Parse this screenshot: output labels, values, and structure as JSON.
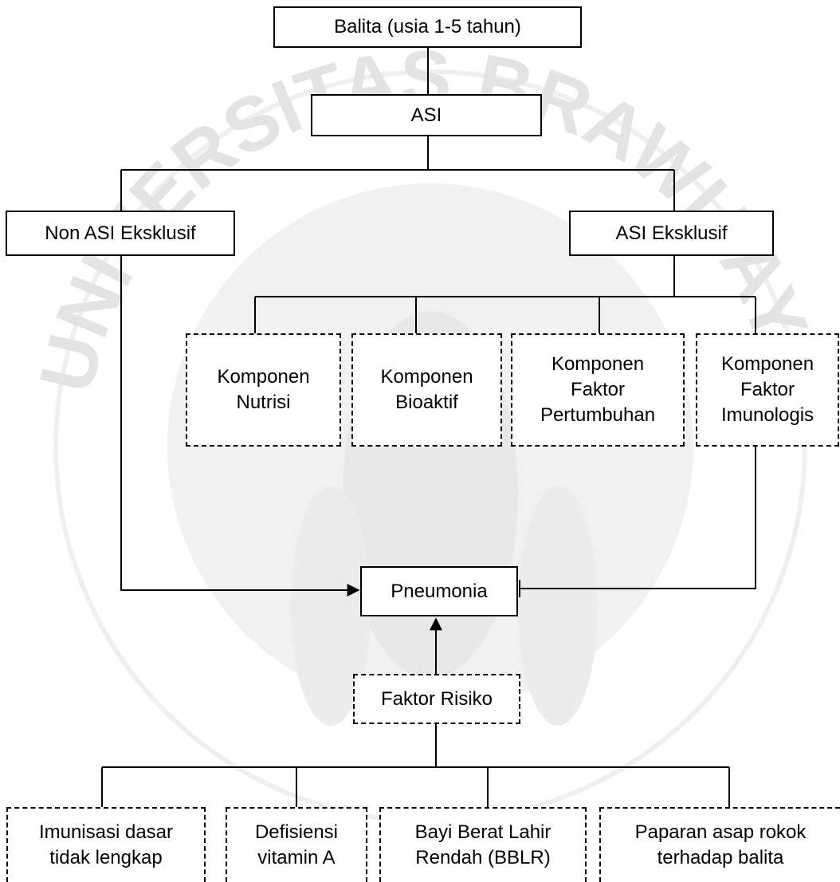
{
  "diagram": {
    "watermark": {
      "text": "UNIVERSITAS BRAWIJAYA",
      "color": "#e3e3e3"
    },
    "nodes": {
      "balita": "Balita (usia 1-5 tahun)",
      "asi": "ASI",
      "non_asi_eksklusif": "Non ASI Eksklusif",
      "asi_eksklusif": "ASI Eksklusif",
      "komponen_nutrisi": "Komponen\nNutrisi",
      "komponen_bioaktif": "Komponen\nBioaktif",
      "komponen_faktor_pertumbuhan": "Komponen\nFaktor\nPertumbuhan",
      "komponen_faktor_imunologis": "Komponen\nFaktor\nImunologis",
      "pneumonia": "Pneumonia",
      "faktor_risiko": "Faktor Risiko",
      "imunisasi": "Imunisasi dasar\ntidak lengkap",
      "defisiensi": "Defisiensi\nvitamin A",
      "bblr": "Bayi Berat Lahir\nRendah (BBLR)",
      "paparan": "Paparan asap rokok\nterhadap balita"
    },
    "colors": {
      "line": "#000000",
      "box_fill": "#ffffff"
    }
  }
}
